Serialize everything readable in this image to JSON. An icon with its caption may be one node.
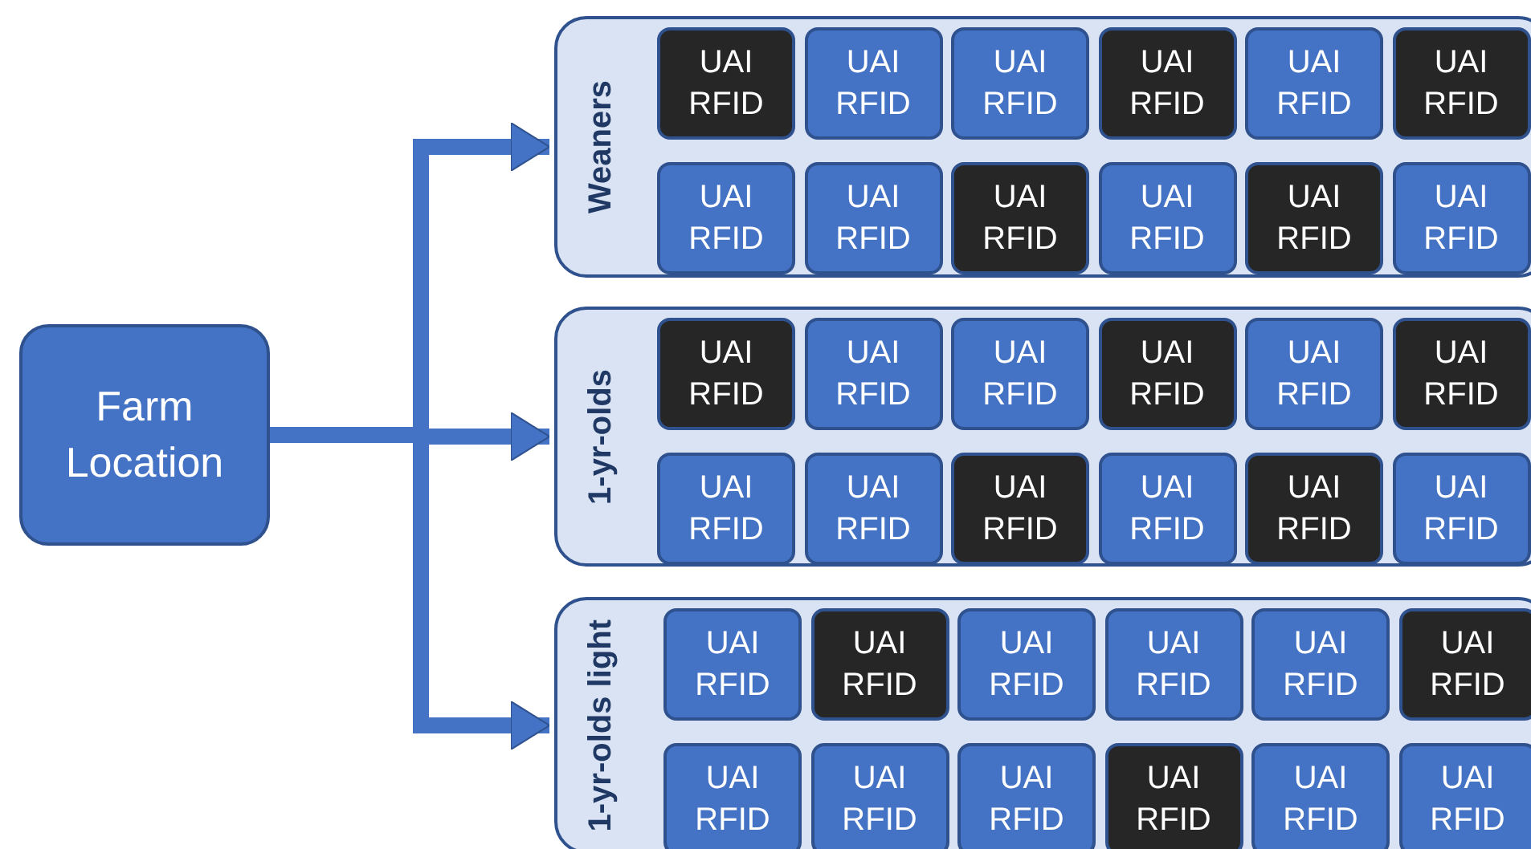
{
  "diagram": {
    "nodes": [
      {
        "text": [
          "Farm Location"
        ]
      },
      {
        "text": [
          "Weaners"
        ]
      },
      {
        "text": [
          "UAI RFID"
        ],
        "in": 1
      },
      {
        "text": [
          "UAI RFID"
        ],
        "in": 1
      },
      {
        "text": [
          "UAI RFID"
        ],
        "in": 1
      },
      {
        "text": [
          "UAI RFID"
        ],
        "in": 1
      },
      {
        "text": [
          "UAI RFID"
        ],
        "in": 1
      },
      {
        "text": [
          "UAI RFID"
        ],
        "in": 1
      },
      {
        "text": [
          "UAI RFID"
        ],
        "in": 1
      },
      {
        "text": [
          "UAI RFID"
        ],
        "in": 1
      },
      {
        "text": [
          "UAI RFID"
        ],
        "in": 1
      },
      {
        "text": [
          "UAI RFID"
        ],
        "in": 1
      },
      {
        "text": [
          "UAI RFID"
        ],
        "in": 1
      },
      {
        "text": [
          "UAI RFID"
        ],
        "in": 1
      },
      {
        "text": [
          "1-yr-olds"
        ]
      },
      {
        "text": [
          "UAI RFID"
        ],
        "in": 14
      },
      {
        "text": [
          "UAI RFID"
        ],
        "in": 14
      },
      {
        "text": [
          "UAI RFID"
        ],
        "in": 14
      },
      {
        "text": [
          "UAI RFID"
        ],
        "in": 14
      },
      {
        "text": [
          "UAI RFID"
        ],
        "in": 14
      },
      {
        "text": [
          "UAI RFID"
        ],
        "in": 14
      },
      {
        "text": [
          "UAI RFID"
        ],
        "in": 14
      },
      {
        "text": [
          "UAI RFID"
        ],
        "in": 14
      },
      {
        "text": [
          "UAI RFID"
        ],
        "in": 14
      },
      {
        "text": [
          "UAI RFID"
        ],
        "in": 14
      },
      {
        "text": [
          "UAI RFID"
        ],
        "in": 14
      },
      {
        "text": [
          "UAI RFID"
        ],
        "in": 14
      },
      {
        "text": [
          "1-yr-olds light"
        ]
      },
      {
        "text": [
          "UAI RFID"
        ],
        "in": 27
      },
      {
        "text": [
          "UAI RFID"
        ],
        "in": 27
      },
      {
        "text": [
          "UAI RFID"
        ],
        "in": 27
      },
      {
        "text": [
          "UAI RFID"
        ],
        "in": 27
      },
      {
        "text": [
          "UAI RFID"
        ],
        "in": 27
      },
      {
        "text": [
          "UAI RFID"
        ],
        "in": 27
      },
      {
        "text": [
          "UAI RFID"
        ],
        "in": 27
      },
      {
        "text": [
          "UAI RFID"
        ],
        "in": 27
      },
      {
        "text": [
          "UAI RFID"
        ],
        "in": 27
      },
      {
        "text": [
          "UAI RFID"
        ],
        "in": 27
      },
      {
        "text": [
          "UAI RFID"
        ],
        "in": 27
      },
      {
        "text": [
          "UAI RFID"
        ],
        "in": 27
      }
    ],
    "edges": [
      {
        "from": 0,
        "to": 1,
        "arrow": "to"
      },
      {
        "from": 0,
        "to": 14,
        "arrow": "to"
      },
      {
        "from": 0,
        "to": 27,
        "arrow": "to"
      }
    ]
  }
}
